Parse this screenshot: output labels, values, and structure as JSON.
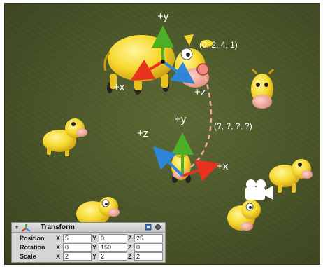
{
  "scene": {
    "parent_axes": {
      "y": "+y",
      "x": "+x",
      "z": "+z"
    },
    "parent_coords": "(0, 2, 4, 1)",
    "child_axes": {
      "y": "+y",
      "x": "+x",
      "z": "+z"
    },
    "child_coords": "(?, ?, ?, ?)",
    "colors": {
      "x_axis": "#e8321e",
      "y_axis": "#4caf28",
      "z_axis": "#2f86d6",
      "link": "#f4a9a0",
      "cow": "#f6d92e"
    }
  },
  "inspector": {
    "title": "Transform",
    "rows": [
      {
        "label": "Position",
        "x": "5",
        "y": "0",
        "z": "25"
      },
      {
        "label": "Rotation",
        "x": "0",
        "y": "150",
        "z": "0"
      },
      {
        "label": "Scale",
        "x": "2",
        "y": "2",
        "z": "2"
      }
    ],
    "axis_letters": {
      "x": "X",
      "y": "Y",
      "z": "Z"
    },
    "icons": [
      "foldout-triangle-icon",
      "transform-axes-icon",
      "help-book-icon",
      "gear-icon"
    ]
  }
}
